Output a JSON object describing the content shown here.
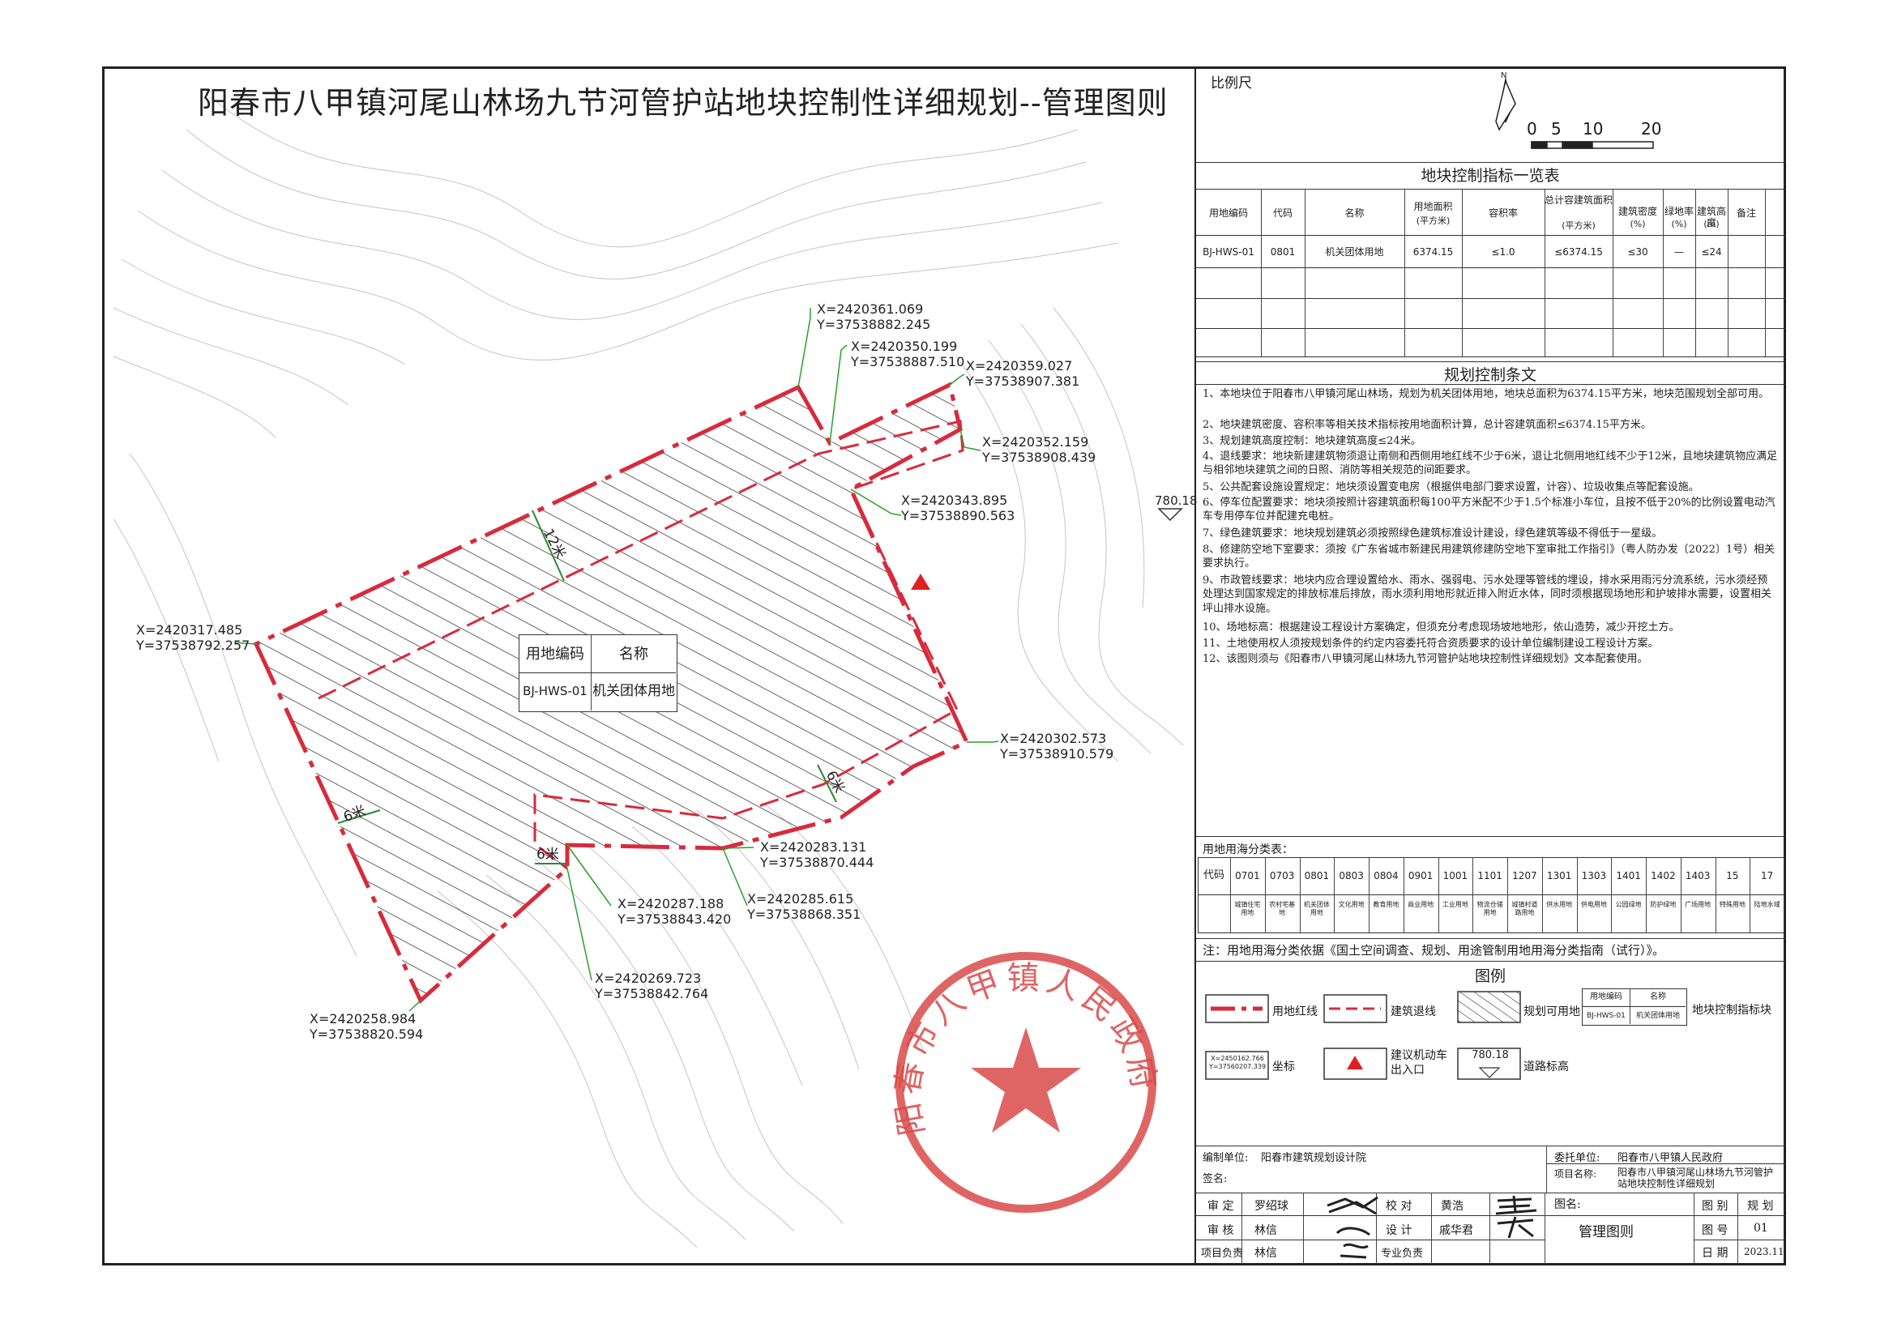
{
  "title": "阳春市八甲镇河尾山林场九节河管护站地块控制性详细规划--管理图则",
  "colors": {
    "redline": "#d72b3c",
    "hatch": "#333333",
    "seal": "#d94a4a",
    "terrain": "#bfbfbf"
  },
  "scale": {
    "label": "比例尺",
    "ticks": [
      "0",
      "5",
      "10",
      "20"
    ],
    "north": "N"
  },
  "coordinates": [
    {
      "x": "X=2420361.069",
      "y": "Y=37538882.245"
    },
    {
      "x": "X=2420350.199",
      "y": "Y=37538887.510"
    },
    {
      "x": "X=2420359.027",
      "y": "Y=37538907.381"
    },
    {
      "x": "X=2420352.159",
      "y": "Y=37538908.439"
    },
    {
      "x": "X=2420343.895",
      "y": "Y=37538890.563"
    },
    {
      "x": "X=2420317.485",
      "y": "Y=37538792.257"
    },
    {
      "x": "X=2420302.573",
      "y": "Y=37538910.579"
    },
    {
      "x": "X=2420283.131",
      "y": "Y=37538870.444"
    },
    {
      "x": "X=2420285.615",
      "y": "Y=37538868.351"
    },
    {
      "x": "X=2420287.188",
      "y": "Y=37538843.420"
    },
    {
      "x": "X=2420269.723",
      "y": "Y=37538842.764"
    },
    {
      "x": "X=2420258.984",
      "y": "Y=37538820.594"
    }
  ],
  "setbacks": {
    "north": "12米",
    "west": "6米",
    "south": "6米",
    "east": "6米"
  },
  "road_elevation": "780.18",
  "parcel_label": {
    "h_code": "用地编码",
    "h_name": "名称",
    "code": "BJ-HWS-01",
    "name": "机关团体用地"
  },
  "indicator_table": {
    "title": "地块控制指标一览表",
    "headers": [
      "用地编码",
      "代码",
      "名称",
      "用地面积",
      "容积率",
      "总计容建筑面积",
      "建筑密度",
      "绿地率",
      "建筑高度",
      "备注"
    ],
    "units": [
      "",
      "",
      "",
      "(平方米)",
      "",
      "(平方米)",
      "(%)",
      "(%)",
      "(m)",
      ""
    ],
    "row": [
      "BJ-HWS-01",
      "0801",
      "机关团体用地",
      "6374.15",
      "≤1.0",
      "≤6374.15",
      "≤30",
      "—",
      "≤24",
      ""
    ]
  },
  "rules_title": "规划控制条文",
  "rules": [
    "1、本地块位于阳春市八甲镇河尾山林场，规划为机关团体用地，地块总面积为6374.15平方米，地块范围规划全部可用。",
    "2、地块建筑密度、容积率等相关技术指标按用地面积计算，总计容建筑面积≤6374.15平方米。",
    "3、规划建筑高度控制：地块建筑高度≤24米。",
    "4、退线要求：地块新建建筑物须退让南侧和西侧用地红线不少于6米，退让北侧用地红线不少于12米，且地块建筑物应满足与相邻地块建筑之间的日照、消防等相关规范的间距要求。",
    "5、公共配套设施设置规定：地块须设置变电房（根据供电部门要求设置，计容）、垃圾收集点等配套设施。",
    "6、停车位配置要求：地块须按照计容建筑面积每100平方米配不少于1.5个标准小车位，且按不低于20%的比例设置电动汽车专用停车位并配建充电桩。",
    "7、绿色建筑要求：地块规划建筑必须按照绿色建筑标准设计建设，绿色建筑等级不得低于一星级。",
    "8、修建防空地下室要求：须按《广东省城市新建民用建筑修建防空地下室审批工作指引》（粤人防办发〔2022〕1号）相关要求执行。",
    "9、市政管线要求：地块内应合理设置给水、雨水、强弱电、污水处理等管线的埋设，排水采用雨污分流系统，污水须经预处理达到国家规定的排放标准后排放，雨水须利用地形就近排入附近水体，同时须根据现场地形和护坡排水需要，设置相关坪山排水设施。",
    "10、场地标高：根据建设工程设计方案确定，但须充分考虑现场坡地地形，依山造势，减少开挖土方。",
    "11、土地使用权人须按规划条件的约定内容委托符合资质要求的设计单位编制建设工程设计方案。",
    "12、该图则须与《阳春市八甲镇河尾山林场九节河管护站地块控制性详细规划》文本配套使用。"
  ],
  "landuse": {
    "title": "用地用海分类表：",
    "code_header": "代码",
    "codes": [
      "0701",
      "0703",
      "0801",
      "0803",
      "0804",
      "0901",
      "1001",
      "1101",
      "1207",
      "1301",
      "1303",
      "1401",
      "1402",
      "1403",
      "15",
      "17"
    ],
    "names": [
      "城镇住宅用地",
      "农村宅基地",
      "机关团体用地",
      "文化用地",
      "教育用地",
      "商业用地",
      "工业用地",
      "物流仓储用地",
      "城镇村道路用地",
      "供水用地",
      "供电用地",
      "公园绿地",
      "防护绿地",
      "广场用地",
      "特殊用地",
      "陆地水域"
    ],
    "note": "注：用地用海分类依据《国土空间调查、规划、用途管制用地用海分类指南（试行）》。"
  },
  "legend": {
    "title": "图例",
    "redline": "用地红线",
    "setback": "建筑退线",
    "usable": "规划可用地",
    "indicator": "地块控制指标块",
    "ind_h_code": "用地编码",
    "ind_h_name": "名称",
    "ind_code": "BJ-HWS-01",
    "ind_name": "机关团体用地",
    "coord": "坐标",
    "coord_x": "X=2450162.766",
    "coord_y": "Y=37560207.339",
    "entrance": "建议机动车出入口",
    "elev": "道路标高",
    "elev_val": "780.18"
  },
  "titleblock": {
    "editor_label": "编制单位:",
    "editor": "阳春市建筑规划设计院",
    "client_label": "委托单位:",
    "client": "阳春市八甲镇人民政府",
    "sign_label": "签名:",
    "project_label": "项目名称:",
    "project": "阳春市八甲镇河尾山林场九节河管护站地块控制性详细规划",
    "approve_label": "审 定",
    "approve": "罗绍球",
    "check_label": "校 对",
    "check": "黄浩",
    "review_label": "审 核",
    "review": "林信",
    "design_label": "设 计",
    "design": "戚华君",
    "lead_label": "项目负责",
    "lead": "林信",
    "major_label": "专业负责",
    "drawing_label": "图名:",
    "drawing": "管理图则",
    "cat_label": "图 别",
    "cat": "规 划",
    "no_label": "图 号",
    "no": "01",
    "date_label": "日 期",
    "date": "2023.11"
  },
  "seal_text": "阳春市八甲镇人民政府"
}
